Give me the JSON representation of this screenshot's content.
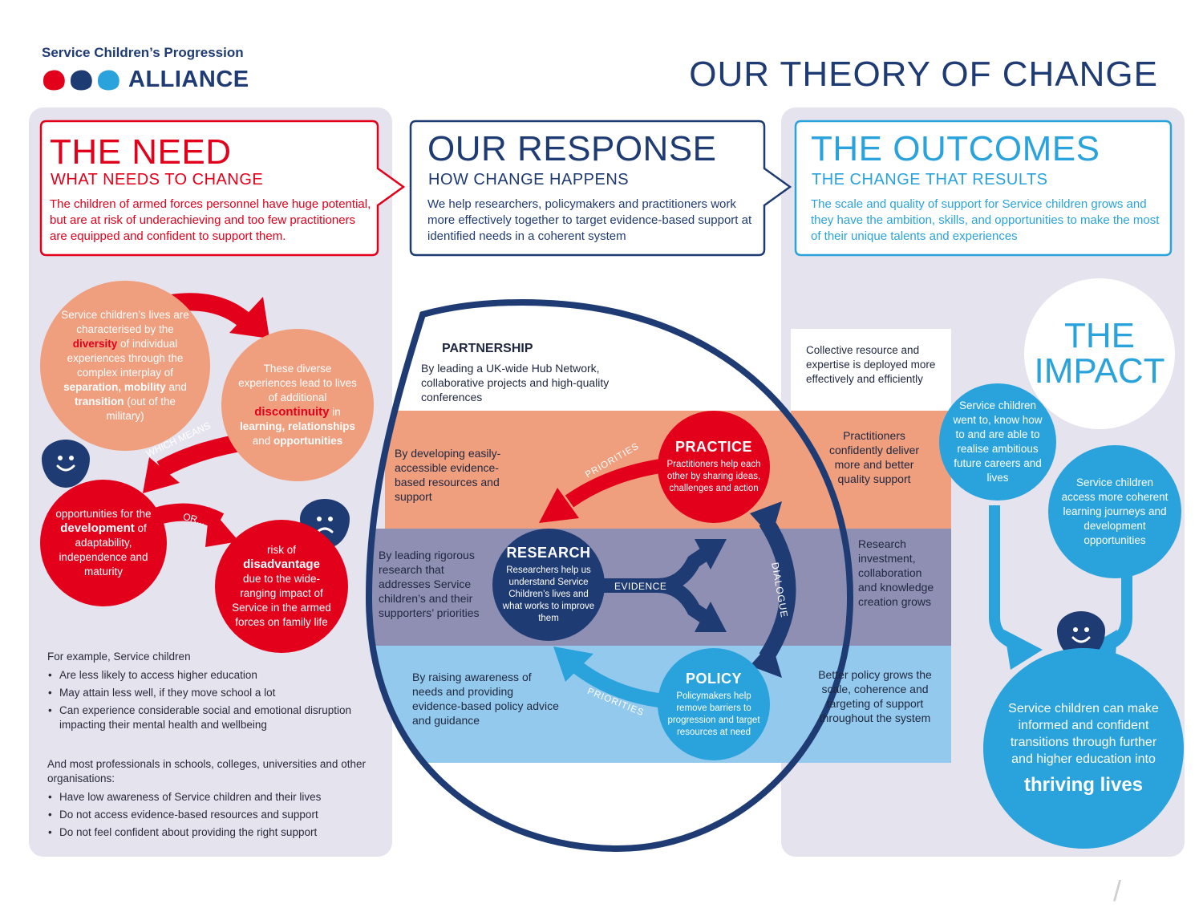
{
  "brand": {
    "line1": "Service Children’s Progression",
    "line2": "ALLIANCE",
    "dot_colors": [
      "#e3001b",
      "#1f3b73",
      "#2aa3dc"
    ]
  },
  "page_title": "OUR THEORY OF CHANGE",
  "colors": {
    "red": "#e3001b",
    "navy": "#1f3b73",
    "sky": "#2aa3dc",
    "salmon": "#ef9e7e",
    "lavender": "#8e8fb3",
    "light_blue": "#93c9ec",
    "panel": "#e5e3ee"
  },
  "need": {
    "title": "THE NEED",
    "subtitle": "WHAT NEEDS TO CHANGE",
    "body": "The children of armed forces personnel have huge potential, but are at risk of underachieving and too few practitioners are equipped and confident to support them."
  },
  "response": {
    "title": "OUR RESPONSE",
    "subtitle": "HOW CHANGE HAPPENS",
    "body": "We help researchers, policymakers and practitioners work more effectively together to target evidence-based support at identified needs in a coherent system"
  },
  "outcomes": {
    "title": "THE OUTCOMES",
    "subtitle": "THE CHANGE THAT RESULTS",
    "body": "The scale and quality of support for Service children grows and they have the ambition, skills, and opportunities to make the most of their unique talents and experiences"
  },
  "need_cycle": {
    "diversity": {
      "pre": "Service children’s lives are characterised by the",
      "emph": "diversity",
      "post": "of individual experiences through the complex interplay of",
      "emph2": "separation, mobility",
      "and": "and",
      "emph3": "transition",
      "tail": "(out of the military)"
    },
    "discontinuity": {
      "pre": "These diverse experiences lead to lives of additional",
      "emph": "discontinuity",
      "mid": "in",
      "emph2": "learning, relationships",
      "and": "and",
      "emph3": "opportunities"
    },
    "which_means": "WHICH MEANS",
    "development": {
      "pre": "opportunities for the",
      "emph": "development",
      "post": "of adaptability, independence and maturity"
    },
    "or": "OR...",
    "disadvantage": {
      "pre": "risk of",
      "emph": "disadvantage",
      "post": "due to the wide-ranging impact of Service in the armed forces on family life"
    }
  },
  "examples": {
    "intro": "For example, Service children",
    "items": [
      "Are less likely to access higher education",
      "May attain less well, if they move school a lot",
      "Can experience considerable social and emotional disruption impacting their mental health and wellbeing"
    ],
    "intro2": "And most professionals in schools, colleges, universities and other organisations:",
    "items2": [
      "Have low awareness of Service children and their lives",
      "Do not access evidence-based resources and support",
      "Do not feel confident about providing the right support"
    ]
  },
  "response_diagram": {
    "partnership_title": "PARTNERSHIP",
    "partnership_body": "By leading a UK-wide Hub Network, collaborative projects and high-quality conferences",
    "practice_band": "By developing easily-accessible evidence-based resources and support",
    "research_band": "By leading rigorous research that addresses Service children’s and their supporters’ priorities",
    "policy_band": "By raising awareness of needs and providing evidence-based policy advice and guidance",
    "practice": {
      "title": "PRACTICE",
      "body": "Practitioners help each other by sharing ideas, challenges and action"
    },
    "research": {
      "title": "RESEARCH",
      "body": "Researchers help us understand Service Children’s lives and what works to improve them"
    },
    "policy": {
      "title": "POLICY",
      "body": "Policymakers help remove barriers to progression and target resources at need"
    },
    "priorities_top": "PRIORITIES",
    "priorities_bottom": "PRIORITIES",
    "evidence": "EVIDENCE",
    "dialogue": "DIALOGUE"
  },
  "outcome_bands": {
    "partnership": "Collective resource and expertise is deployed more effectively and efficiently",
    "practice": "Practitioners confidently deliver more and better quality support",
    "research": "Research investment, collaboration and knowledge creation grows",
    "policy": "Better policy grows the scale, coherence and targeting of support throughout the system"
  },
  "impact": {
    "title_line1": "THE",
    "title_line2": "IMPACT",
    "circle1": "Service children went to, know how to and are able to realise ambitious future careers and lives",
    "circle2": "Service children access more coherent learning journeys and development opportunities",
    "final": "Service children can make informed and confident transitions through further and higher education into",
    "final_emph": "thriving lives"
  },
  "page_marker": "/"
}
